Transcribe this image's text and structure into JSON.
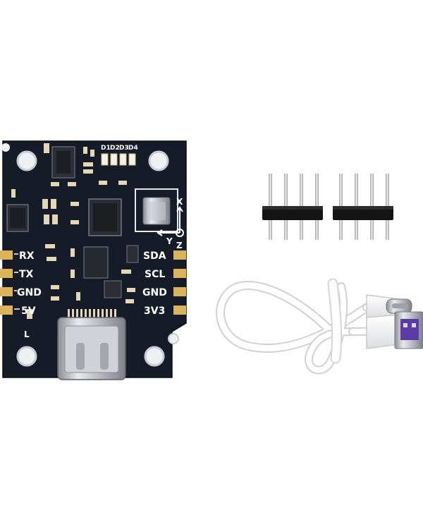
{
  "board": {
    "led_labels": [
      "D1",
      "D2",
      "D3",
      "D4"
    ],
    "left_pins": [
      "RX",
      "TX",
      "GND",
      "5V"
    ],
    "right_pins": [
      "SDA",
      "SCL",
      "GND",
      "3V3"
    ],
    "axis_labels": {
      "x": "X",
      "y": "Y",
      "z": "Z"
    },
    "corner_mark": "L",
    "colors": {
      "pcb": "#161b28",
      "pad": "#d9b45a",
      "silk": "#ffffff"
    }
  },
  "accessories": {
    "pin_headers": 2,
    "pins_per_header": 4,
    "cable": "usb-a-to-usb-c"
  }
}
